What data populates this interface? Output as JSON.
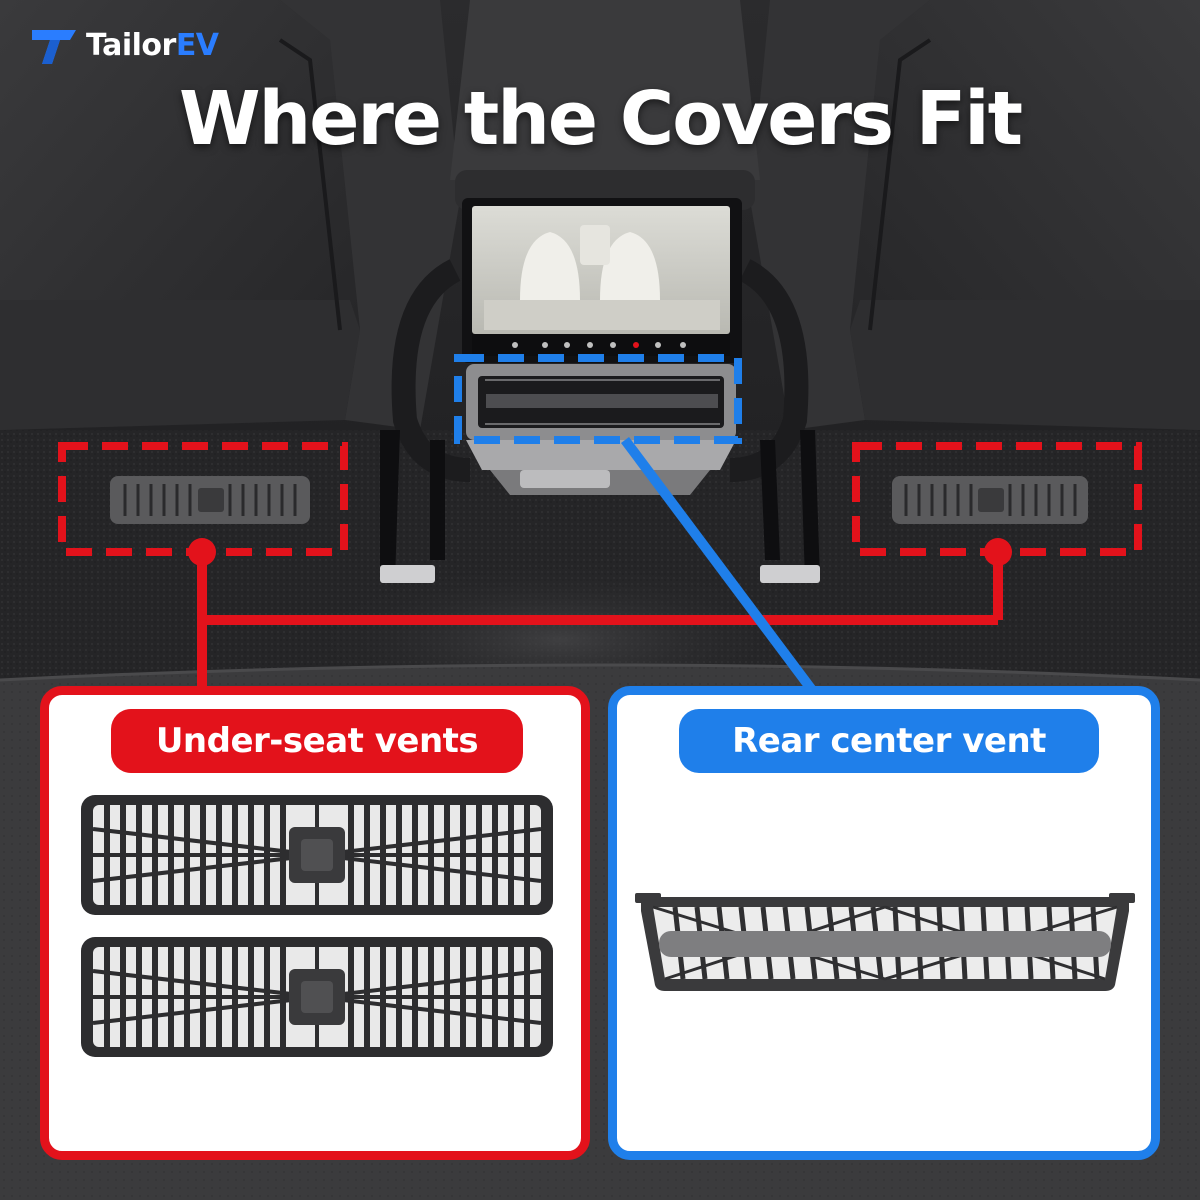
{
  "brand": {
    "name_main": "Tailor",
    "name_accent": "EV",
    "accent_color": "#2a7dff"
  },
  "headline": "Where the Covers Fit",
  "callouts": {
    "under_seat": {
      "label": "Under-seat vents",
      "color": "#e3121b"
    },
    "rear_center": {
      "label": "Rear center vent",
      "color": "#1f7fea"
    }
  },
  "colors": {
    "red": "#e3121b",
    "blue": "#1f7fea",
    "interior": "#2a2a2c"
  }
}
